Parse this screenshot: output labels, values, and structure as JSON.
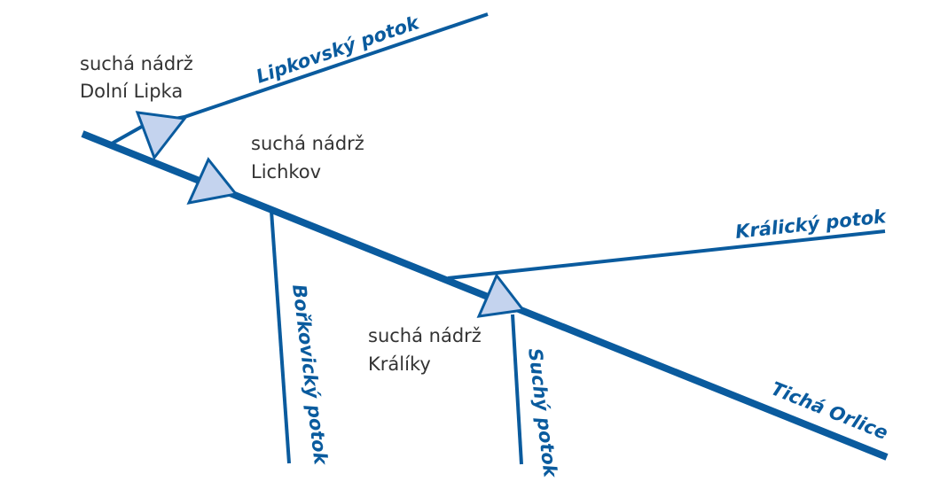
{
  "colors": {
    "river": "#0a5b9e",
    "reservoir_fill": "#c4d3ee",
    "text": "#333333"
  },
  "rivers": {
    "main": "Tichá Orlice",
    "lipkovsky": "Lipkovský potok",
    "kralicky": "Králický potok",
    "borikovicky": "Bořkovický potok",
    "suchy": "Suchý potok"
  },
  "reservoirs": {
    "dolni_lipka": {
      "line1": "suchá nádrž",
      "line2": "Dolní Lipka"
    },
    "lichkov": {
      "line1": "suchá nádrž",
      "line2": "Lichkov"
    },
    "kraliky": {
      "line1": "suchá nádrž",
      "line2": "Králíky"
    }
  }
}
